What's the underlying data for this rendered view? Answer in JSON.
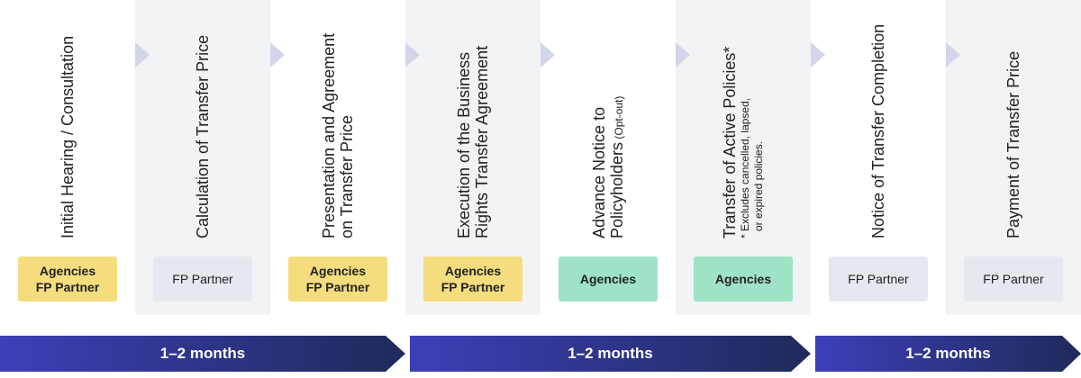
{
  "steps": [
    {
      "title": "Initial Hearing / Consultation",
      "title2": "",
      "note": "",
      "roles": [
        "Agencies",
        "FP Partner"
      ],
      "color": "#f5dd7e"
    },
    {
      "title": "Calculation of Transfer Price",
      "title2": "",
      "note": "",
      "roles": [
        "FP Partner"
      ],
      "color": "#e6e8ef"
    },
    {
      "title": "Presentation and Agreement",
      "title2": "on Transfer Price",
      "note": "",
      "roles": [
        "Agencies",
        "FP Partner"
      ],
      "color": "#f5dd7e"
    },
    {
      "title": "Execution of the Business",
      "title2": "Rights Transfer Agreement",
      "note": "",
      "roles": [
        "Agencies",
        "FP Partner"
      ],
      "color": "#f5dd7e"
    },
    {
      "title": "Advance Notice to",
      "title2": "Policyholders",
      "title2_small": " (Opt-out)",
      "note": "",
      "roles": [
        "Agencies"
      ],
      "color": "#9fe3c6"
    },
    {
      "title": "Transfer of Active Policies*",
      "title2": "",
      "note": "* Excludes cancelled, lapsed,",
      "note2": "or expired policies.",
      "roles": [
        "Agencies"
      ],
      "color": "#9fe3c6"
    },
    {
      "title": "Notice of Transfer Completion",
      "title2": "",
      "note": "",
      "roles": [
        "FP Partner"
      ],
      "color": "#e6e8ef"
    },
    {
      "title": "Payment of Transfer Price",
      "title2": "",
      "note": "",
      "roles": [
        "FP Partner"
      ],
      "color": "#e6e8ef"
    }
  ],
  "durations": [
    "1–2 months",
    "1–2 months",
    "1–2 months"
  ],
  "colors": {
    "band_start": "#3d3fb8",
    "band_end": "#1f2a5a",
    "separator": "#d3d6e8"
  }
}
